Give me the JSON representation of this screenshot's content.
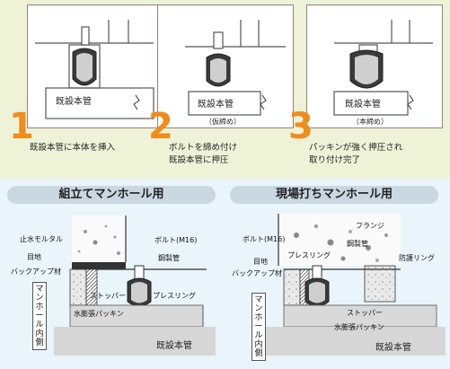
{
  "steps": [
    {
      "number": "1",
      "caption_lines": [
        "既設本管に本体を挿入"
      ],
      "pipe_label": "既設本管",
      "sub_label": ""
    },
    {
      "number": "2",
      "caption_lines": [
        "ボルトを締め付け",
        "既設本管に押圧"
      ],
      "pipe_label": "既設本管",
      "sub_label": "（仮締め）"
    },
    {
      "number": "3",
      "caption_lines": [
        "パッキンが強く押圧され",
        "取り付け完了"
      ],
      "pipe_label": "既設本管",
      "sub_label": "（本締め）"
    }
  ],
  "sections": {
    "left": {
      "title": "組立てマンホール用",
      "vertical_label": "マンホール内側",
      "pipe_label": "既設本管",
      "labels": {
        "mortar": "止水モルタル",
        "joint": "目地",
        "backup": "バックアップ材",
        "bolt": "ボルト(M16)",
        "steel_pipe": "鋼製管",
        "stopper": "ストッパー",
        "press_ring": "プレスリング",
        "packing": "水膨張パッキン"
      }
    },
    "right": {
      "title": "現場打ちマンホール用",
      "vertical_label": "マンホール内側",
      "pipe_label": "既設本管",
      "labels": {
        "bolt": "ボルト(M16)",
        "flange": "フランジ",
        "steel_pipe": "鋼製管",
        "press_ring": "プレスリング",
        "joint": "目地",
        "backup": "バックアップ材",
        "water_ring": "防護リング",
        "stopper": "ストッパー",
        "packing": "水膨張パッキン"
      }
    }
  },
  "colors": {
    "top_background": "#eef3d8",
    "bottom_background": "#eaf5fb",
    "step_number": "#f08c1a",
    "title_pill": "#c9d7e0",
    "packing": "#3a3a3a",
    "concrete": "#d9d9d9"
  }
}
